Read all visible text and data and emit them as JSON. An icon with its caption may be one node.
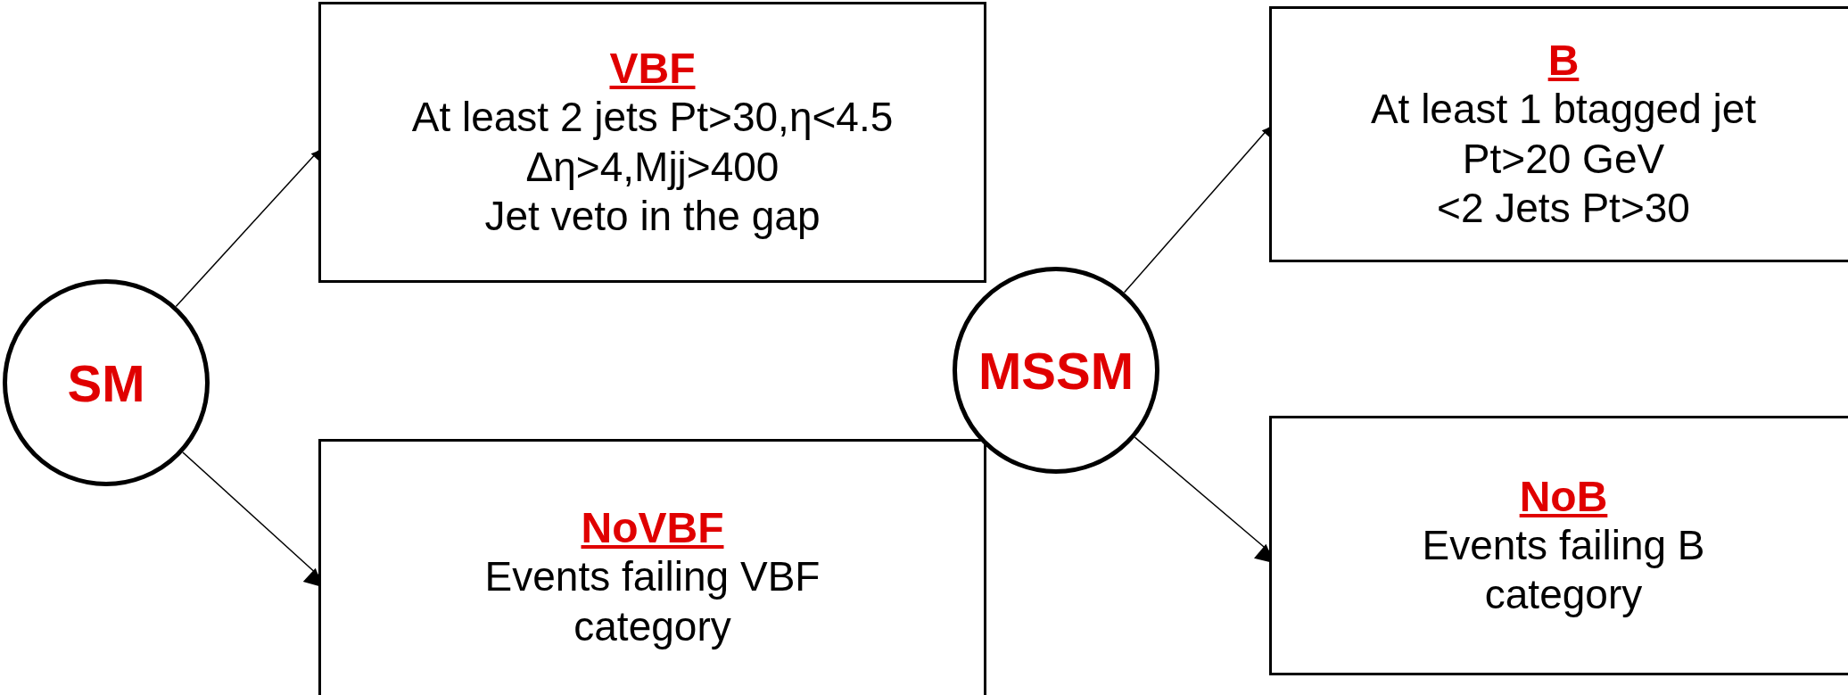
{
  "diagram": {
    "nodes": [
      {
        "text": [
          "SM"
        ]
      },
      {
        "text": [
          "VBF",
          "At least 2 jets Pt>30,η<4.5",
          "Δη>4,Mjj>400",
          "Jet veto in the gap"
        ]
      },
      {
        "text": [
          "NoVBF",
          "Events failing VBF category"
        ]
      },
      {
        "text": [
          "MSSM"
        ]
      },
      {
        "text": [
          "B",
          "At least 1 btagged jet",
          "Pt>20 GeV",
          "<2 Jets Pt>30"
        ]
      },
      {
        "text": [
          "NoB",
          "Events failing B category"
        ]
      }
    ],
    "edges": [
      {
        "from": 0,
        "to": 1,
        "arrow": "to"
      },
      {
        "from": 0,
        "to": 2,
        "arrow": "to"
      },
      {
        "from": 3,
        "to": 4,
        "arrow": "to"
      },
      {
        "from": 3,
        "to": 5,
        "arrow": "to"
      }
    ]
  }
}
